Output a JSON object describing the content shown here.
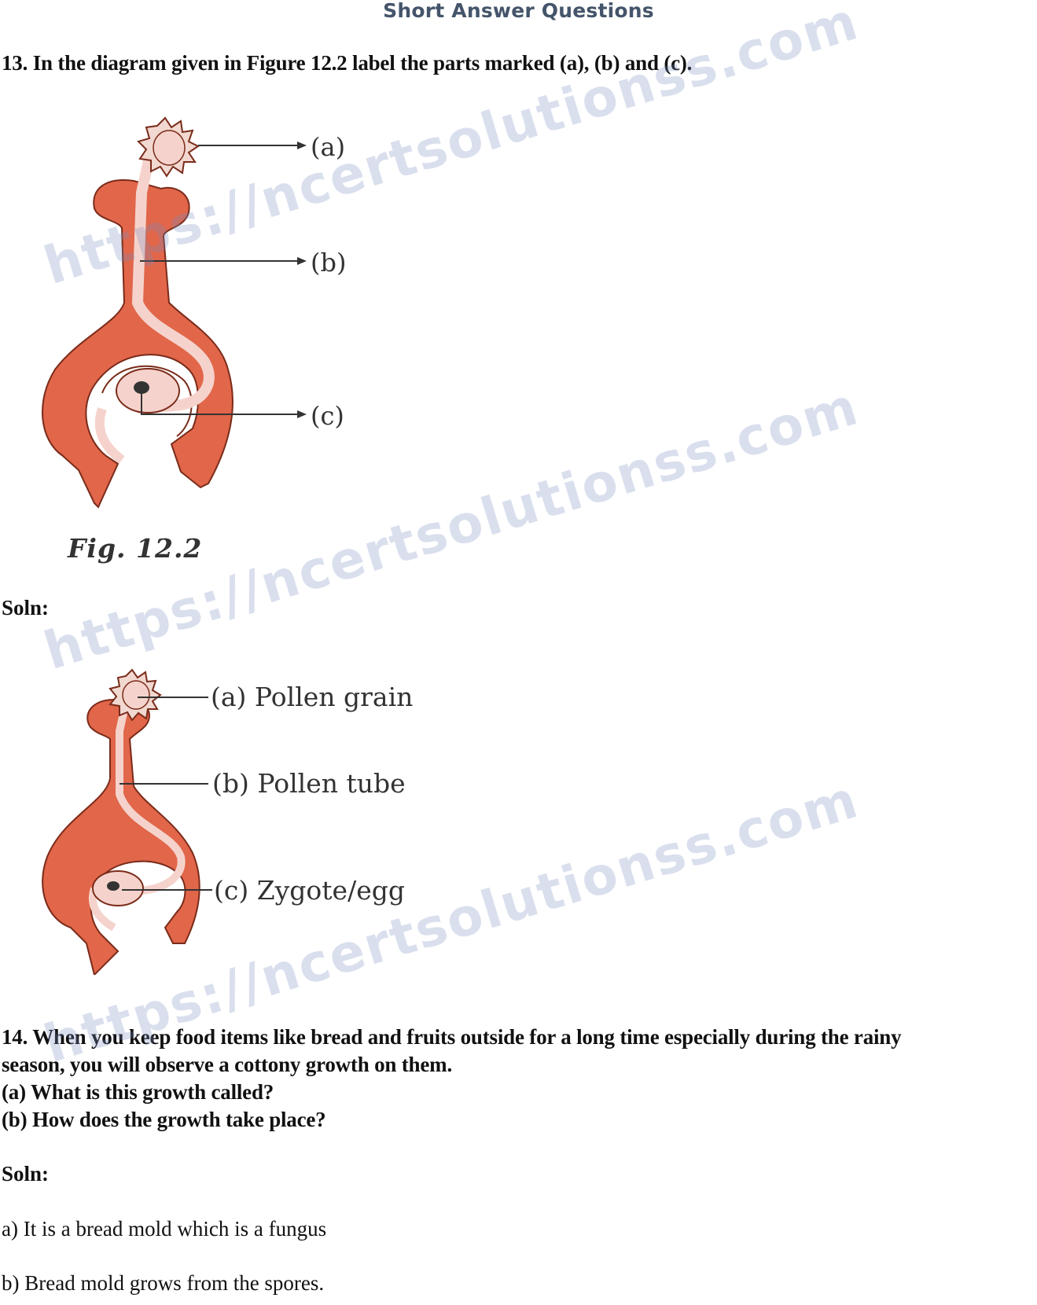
{
  "page": {
    "heading": "Short Answer Questions"
  },
  "q13": {
    "question": "13. In the diagram given in Figure 12.2 label the parts marked (a), (b) and (c).",
    "figure": {
      "caption": "Fig. 12.2",
      "labels": [
        "(a)",
        "(b)",
        "(c)"
      ]
    },
    "soln_label": "Soln:",
    "answer_figure": {
      "labels": [
        "(a) Pollen grain",
        "(b) Pollen tube",
        "(c) Zygote/egg"
      ]
    }
  },
  "q14": {
    "question_lines": [
      "14. When you keep food items like bread and fruits outside for a long time especially during the rainy",
      "season, you will observe a cottony growth on them.",
      "(a) What is this growth called?",
      "(b) How does the growth take place?"
    ],
    "soln_label": "Soln:",
    "answers": [
      "a) It is a bread mold which is a fungus",
      "b) Bread mold grows from the spores."
    ]
  },
  "watermark": {
    "text": "https://ncertsolutionss.com"
  },
  "colors": {
    "heading": "#44546a",
    "flower_red": "#e1664a",
    "tube_pink": "#f5d3cc"
  }
}
